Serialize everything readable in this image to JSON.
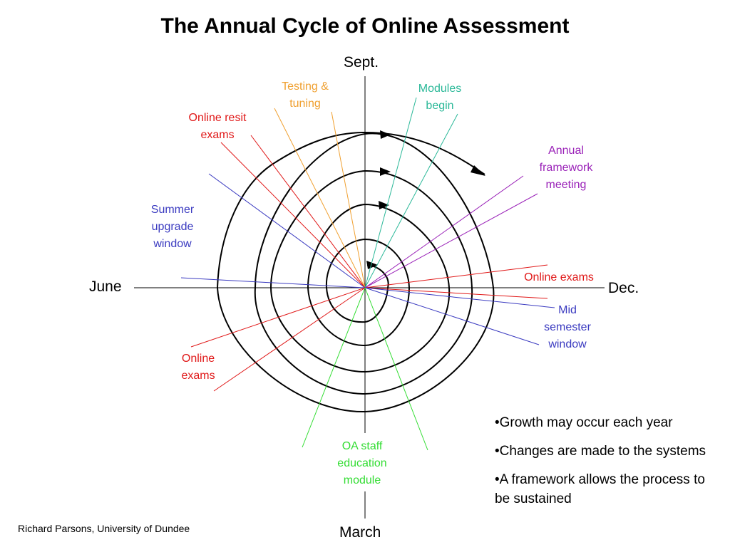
{
  "title": "The Annual Cycle of Online Assessment",
  "axes": {
    "top": "Sept.",
    "right": "Dec.",
    "bottom": "March",
    "left": "June"
  },
  "labels": {
    "testing_tuning": "Testing &\ntuning",
    "modules_begin": "Modules\nbegin",
    "online_resit_exams": "Online resit\nexams",
    "annual_framework_meeting": "Annual\nframework\nmeeting",
    "summer_upgrade_window": "Summer\nupgrade\nwindow",
    "online_exams_right": "Online exams",
    "mid_semester_window": "Mid\nsemester\nwindow",
    "online_exams_left": "Online\nexams",
    "oa_staff_education_module": "OA staff\neducation\nmodule"
  },
  "colors": {
    "testing": "#f0a030",
    "modules": "#2ab898",
    "resit": "#e01818",
    "framework": "#9a22b8",
    "summer": "#3a3ac0",
    "online_exams": "#e01818",
    "mid_semester": "#3a3ac0",
    "staff_education": "#33dd33"
  },
  "bullets": [
    "•Growth may occur each year",
    "•Changes are made to the systems",
    "•A framework allows the process to be sustained"
  ],
  "footer": "Richard Parsons, University of Dundee"
}
